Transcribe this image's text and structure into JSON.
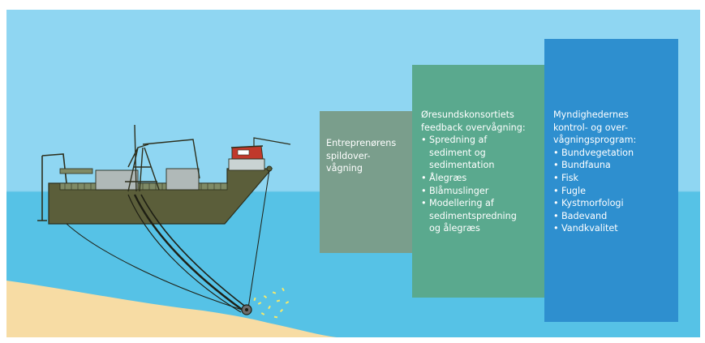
{
  "panels": {
    "contractor": {
      "title": "Entreprenørens\nspildover-\nvågning",
      "items": []
    },
    "consortium": {
      "title": "Øresundskonsortiets\nfeedback overvågning:",
      "items": [
        "Spredning af\nsediment og\nsedimentation",
        "Ålegræs",
        "Blåmuslinger",
        "Modellering af\nsedimentspredning\nog  ålegræs"
      ]
    },
    "authorities": {
      "title": "Myndighedernes\nkontrol- og over-\nvågningsprogram:",
      "items": [
        "Bundvegetation",
        "Bundfauna",
        "Fisk",
        "Fugle",
        "Kystmorfologi",
        "Badevand",
        "Vandkvalitet"
      ]
    }
  },
  "colors": {
    "sky": "#8fd6f2",
    "sea": "#56c2e6",
    "sand": "#f7dca4",
    "hull": "#5b5e3a",
    "cabin": "#c0392b",
    "panel_contractor": "#7a9e8c",
    "panel_consortium": "#5aa98e",
    "panel_authorities": "#2e8fcf"
  }
}
